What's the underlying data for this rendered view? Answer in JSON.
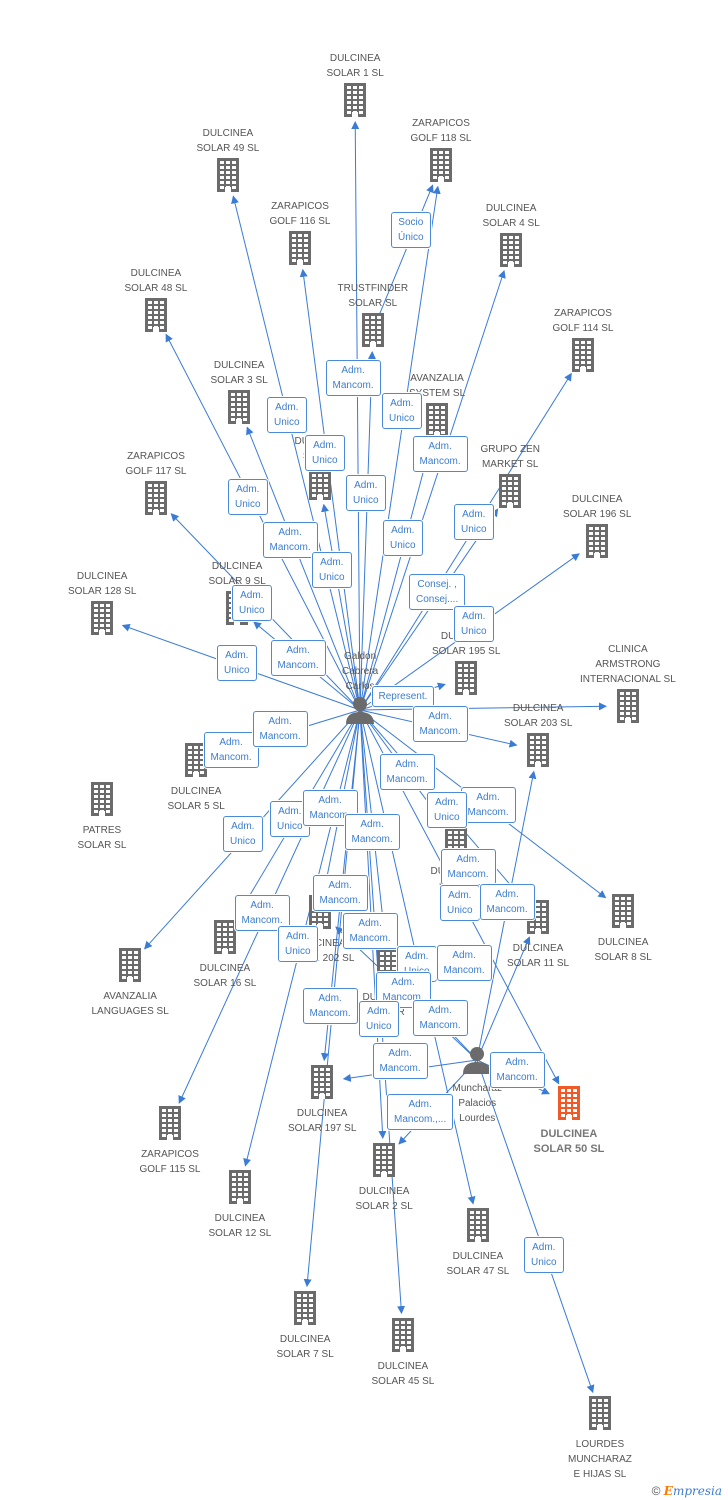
{
  "colors": {
    "edge": "#3a7bd5",
    "building": "#6b6b6b",
    "highlight": "#f05a28",
    "person": "#6b6b6b"
  },
  "nodes": [
    {
      "id": "n1",
      "label": "DULCINEA\nSOLAR 1 SL",
      "kind": "building",
      "label_pos": "top"
    },
    {
      "id": "n49",
      "label": "DULCINEA\nSOLAR 49 SL",
      "kind": "building",
      "label_pos": "top"
    },
    {
      "id": "z118",
      "label": "ZARAPICOS\nGOLF 118 SL",
      "kind": "building",
      "label_pos": "top"
    },
    {
      "id": "z116",
      "label": "ZARAPICOS\nGOLF 116 SL",
      "kind": "building",
      "label_pos": "top"
    },
    {
      "id": "n4",
      "label": "DULCINEA\nSOLAR 4 SL",
      "kind": "building",
      "label_pos": "top"
    },
    {
      "id": "n48",
      "label": "DULCINEA\nSOLAR 48 SL",
      "kind": "building",
      "label_pos": "top"
    },
    {
      "id": "trust",
      "label": "TRUSTFINDER\nSOLAR SL",
      "kind": "building",
      "label_pos": "top"
    },
    {
      "id": "z114",
      "label": "ZARAPICOS\nGOLF 114 SL",
      "kind": "building",
      "label_pos": "top"
    },
    {
      "id": "n3",
      "label": "DULCINEA\nSOLAR 3 SL",
      "kind": "building",
      "label_pos": "top"
    },
    {
      "id": "aval",
      "label": "AVANZALIA\nSYSTEM SL",
      "kind": "building",
      "label_pos": "top"
    },
    {
      "id": "dhid",
      "label": "DULCINEA\nSOLAR",
      "kind": "building",
      "label_pos": "top"
    },
    {
      "id": "zen",
      "label": "GRUPO ZEN\nMARKET  SL",
      "kind": "building",
      "label_pos": "top"
    },
    {
      "id": "z117",
      "label": "ZARAPICOS\nGOLF 117 SL",
      "kind": "building",
      "label_pos": "top"
    },
    {
      "id": "n196",
      "label": "DULCINEA\nSOLAR 196 SL",
      "kind": "building",
      "label_pos": "top"
    },
    {
      "id": "n9",
      "label": "DULCINEA\nSOLAR 9 SL",
      "kind": "building",
      "label_pos": "top"
    },
    {
      "id": "n128",
      "label": "DULCINEA\nSOLAR 128 SL",
      "kind": "building",
      "label_pos": "top"
    },
    {
      "id": "n195",
      "label": "DULCINEA\nSOLAR 195 SL",
      "kind": "building",
      "label_pos": "top"
    },
    {
      "id": "clinica",
      "label": "CLINICA\nARMSTRONG\nINTERNACIONAL SL",
      "kind": "building",
      "label_pos": "top"
    },
    {
      "id": "n203",
      "label": "DULCINEA\nSOLAR 203 SL",
      "kind": "building",
      "label_pos": "top"
    },
    {
      "id": "n5",
      "label": "DULCINEA\nSOLAR 5 SL",
      "kind": "building",
      "label_pos": "bottom"
    },
    {
      "id": "patres",
      "label": "PATRES\nSOLAR SL",
      "kind": "building",
      "label_pos": "bottom"
    },
    {
      "id": "nmid",
      "label": "DULCINEA\nSOLAR",
      "kind": "building",
      "label_pos": "bottom"
    },
    {
      "id": "n11",
      "label": "DULCINEA\nSOLAR 11 SL",
      "kind": "building",
      "label_pos": "bottom"
    },
    {
      "id": "n8",
      "label": "DULCINEA\nSOLAR 8 SL",
      "kind": "building",
      "label_pos": "bottom"
    },
    {
      "id": "n202",
      "label": "DULCINEA\nSOLAR 202 SL",
      "kind": "building",
      "label_pos": "bottom"
    },
    {
      "id": "n16",
      "label": "DULCINEA\nSOLAR 16 SL",
      "kind": "building",
      "label_pos": "bottom"
    },
    {
      "id": "avlang",
      "label": "AVANZALIA\nLANGUAGES SL",
      "kind": "building",
      "label_pos": "bottom"
    },
    {
      "id": "n10",
      "label": "DULCINEA\nSOLAR",
      "kind": "building",
      "label_pos": "bottom"
    },
    {
      "id": "n197",
      "label": "DULCINEA\nSOLAR 197 SL",
      "kind": "building",
      "label_pos": "bottom"
    },
    {
      "id": "n50",
      "label": "DULCINEA\nSOLAR 50 SL",
      "kind": "building",
      "label_pos": "bottom",
      "highlight": true
    },
    {
      "id": "z115",
      "label": "ZARAPICOS\nGOLF 115 SL",
      "kind": "building",
      "label_pos": "bottom"
    },
    {
      "id": "n2",
      "label": "DULCINEA\nSOLAR 2 SL",
      "kind": "building",
      "label_pos": "bottom"
    },
    {
      "id": "n12",
      "label": "DULCINEA\nSOLAR 12 SL",
      "kind": "building",
      "label_pos": "bottom"
    },
    {
      "id": "n47",
      "label": "DULCINEA\nSOLAR 47 SL",
      "kind": "building",
      "label_pos": "bottom"
    },
    {
      "id": "n7",
      "label": "DULCINEA\nSOLAR 7 SL",
      "kind": "building",
      "label_pos": "bottom"
    },
    {
      "id": "n45",
      "label": "DULCINEA\nSOLAR 45 SL",
      "kind": "building",
      "label_pos": "bottom"
    },
    {
      "id": "lourdes",
      "label": "LOURDES\nMUNCHARAZ\nE HIJAS SL",
      "kind": "building",
      "label_pos": "bottom"
    },
    {
      "id": "galdon",
      "label": "Galdon\nCabrera\nCarlos",
      "kind": "person",
      "label_pos": "top"
    },
    {
      "id": "munch",
      "label": "Muncharaz\nPalacios\nLourdes",
      "kind": "person",
      "label_pos": "bottom"
    }
  ],
  "edge_labels": [
    {
      "text": "Socio\nÚnico"
    },
    {
      "text": "Adm.\nMancom."
    },
    {
      "text": "Adm.\nUnico"
    },
    {
      "text": "Adm.\nUnico"
    },
    {
      "text": "Adm.\nUnico"
    },
    {
      "text": "Adm.\nMancom."
    },
    {
      "text": "Adm.\nUnico"
    },
    {
      "text": "Adm.\nUnico"
    },
    {
      "text": "Adm.\nUnico"
    },
    {
      "text": "Adm.\nMancom."
    },
    {
      "text": "Adm.\nUnico"
    },
    {
      "text": "Adm.\nUnico"
    },
    {
      "text": "Consej. ,\nConsej...."
    },
    {
      "text": "Adm.\nUnico"
    },
    {
      "text": "Adm.\nUnico"
    },
    {
      "text": "Adm.\nMancom."
    },
    {
      "text": "Adm.\nMancom."
    },
    {
      "text": "Represent."
    },
    {
      "text": "Adm.\nMancom."
    },
    {
      "text": "Adm.\nMancom."
    },
    {
      "text": "Adm.\nUnico"
    },
    {
      "text": "Adm.\nMancom."
    },
    {
      "text": "Adm.\nUnico"
    },
    {
      "text": "Adm.\nUnico"
    },
    {
      "text": "Adm.\nMancom."
    },
    {
      "text": "Adm.\nMancom."
    },
    {
      "text": "Adm.\nMancom."
    },
    {
      "text": "Adm.\nUnico"
    },
    {
      "text": "Adm.\nMancom."
    },
    {
      "text": "Adm.\nMancom."
    },
    {
      "text": "Adm.\nMancom."
    },
    {
      "text": "Adm.\nMancom."
    },
    {
      "text": "Adm.\nUnico"
    },
    {
      "text": "Adm.\nUnico"
    },
    {
      "text": "Adm.\nMancom."
    },
    {
      "text": "Adm.\nMancom."
    },
    {
      "text": "Adm.\nMancom."
    },
    {
      "text": "Adm.\nUnico"
    },
    {
      "text": "Adm.\nMancom."
    },
    {
      "text": "Adm.\nUnico"
    },
    {
      "text": "Adm.\nMancom."
    },
    {
      "text": "Adm.\nMancom."
    },
    {
      "text": "Adm.\nMancom.,..."
    },
    {
      "text": "Adm.\nMancom."
    },
    {
      "text": "Adm.\nUnico"
    }
  ],
  "edges": [
    [
      "galdon",
      "n1"
    ],
    [
      "galdon",
      "n49"
    ],
    [
      "galdon",
      "z118"
    ],
    [
      "trust",
      "z118"
    ],
    [
      "galdon",
      "z116"
    ],
    [
      "galdon",
      "n4"
    ],
    [
      "galdon",
      "n48"
    ],
    [
      "galdon",
      "trust"
    ],
    [
      "galdon",
      "z114"
    ],
    [
      "galdon",
      "n3"
    ],
    [
      "galdon",
      "aval"
    ],
    [
      "galdon",
      "dhid"
    ],
    [
      "galdon",
      "zen"
    ],
    [
      "galdon",
      "z117"
    ],
    [
      "galdon",
      "n196"
    ],
    [
      "galdon",
      "n9"
    ],
    [
      "galdon",
      "n128"
    ],
    [
      "galdon",
      "n195"
    ],
    [
      "galdon",
      "clinica"
    ],
    [
      "galdon",
      "n203"
    ],
    [
      "galdon",
      "n5"
    ],
    [
      "galdon",
      "nmid"
    ],
    [
      "galdon",
      "n11"
    ],
    [
      "galdon",
      "n8"
    ],
    [
      "galdon",
      "n202"
    ],
    [
      "galdon",
      "n16"
    ],
    [
      "galdon",
      "avlang"
    ],
    [
      "galdon",
      "n10"
    ],
    [
      "galdon",
      "n197"
    ],
    [
      "galdon",
      "z115"
    ],
    [
      "galdon",
      "n2"
    ],
    [
      "galdon",
      "n12"
    ],
    [
      "galdon",
      "n47"
    ],
    [
      "galdon",
      "n7"
    ],
    [
      "galdon",
      "n45"
    ],
    [
      "galdon",
      "n50"
    ],
    [
      "munch",
      "n197"
    ],
    [
      "munch",
      "n2"
    ],
    [
      "munch",
      "n11"
    ],
    [
      "munch",
      "n203"
    ],
    [
      "munch",
      "n202"
    ],
    [
      "munch",
      "n10"
    ],
    [
      "munch",
      "n50"
    ],
    [
      "munch",
      "lourdes"
    ]
  ],
  "footer": {
    "copyright": "©",
    "brand_first": "E",
    "brand_rest": "mpresia"
  }
}
